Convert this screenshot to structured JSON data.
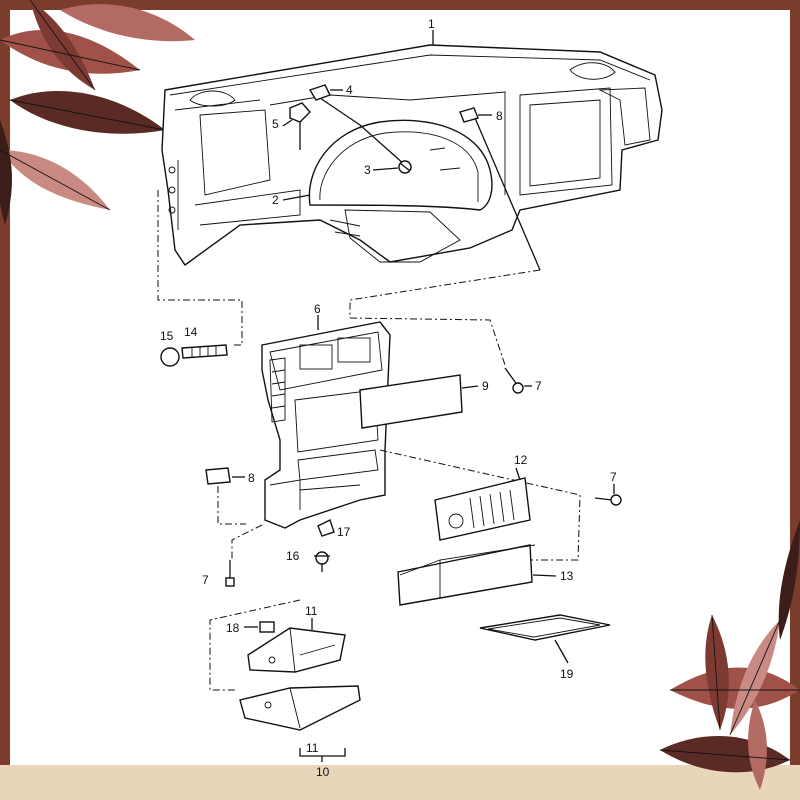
{
  "diagram": {
    "callouts": [
      "1",
      "2",
      "3",
      "4",
      "5",
      "6",
      "7",
      "8",
      "9",
      "10",
      "11",
      "12",
      "13",
      "14",
      "15",
      "16",
      "17",
      "18",
      "19"
    ],
    "labels": {
      "p1": "1",
      "p2": "2",
      "p3": "3",
      "p4": "4",
      "p5": "5",
      "p6": "6",
      "p7a": "7",
      "p7b": "7",
      "p7c": "7",
      "p8a": "8",
      "p8b": "8",
      "p9": "9",
      "p10": "10",
      "p11a": "11",
      "p11b": "11",
      "p12": "12",
      "p13": "13",
      "p14": "14",
      "p15": "15",
      "p16": "16",
      "p17": "17",
      "p18": "18",
      "p19": "19"
    }
  },
  "decor": {
    "frame_color": "#7a3d2c",
    "band_color": "#e9d6ba",
    "leaf_colors": [
      "#a0524a",
      "#5a2a24",
      "#c98a83",
      "#3b1d1a"
    ]
  }
}
